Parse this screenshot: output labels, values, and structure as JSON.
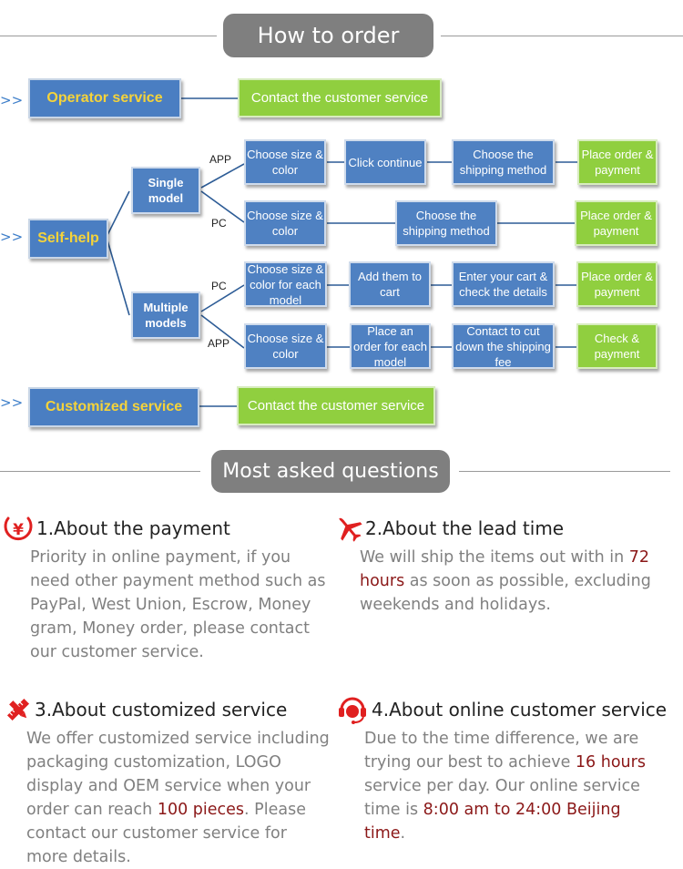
{
  "sections": {
    "how_to_order": "How to order",
    "most_asked": "Most asked questions"
  },
  "arrows": ">>",
  "flow": {
    "operator": {
      "label": "Operator service",
      "action": "Contact  the customer service"
    },
    "self_help": {
      "label": "Self-help",
      "single_model": "Single model",
      "multiple_models": "Multiple models",
      "labels": {
        "app": "APP",
        "pc": "PC"
      },
      "single_app": [
        "Choose size & color",
        "Click continue",
        "Choose the shipping method",
        "Place order & payment"
      ],
      "single_pc": [
        "Choose size & color",
        "Choose the shipping method",
        "Place order & payment"
      ],
      "multi_pc": [
        "Choose size & color for each model",
        "Add them to cart",
        "Enter your cart & check the details",
        "Place order & payment"
      ],
      "multi_app": [
        "Choose size & color",
        "Place an order for each model",
        "Contact to cut down the shipping fee",
        "Check & payment"
      ]
    },
    "customized": {
      "label": "Customized service",
      "action": "Contact  the customer service"
    }
  },
  "faq": {
    "q1": {
      "icon": "yen-coin-icon",
      "title": "1.About the payment",
      "body": "Priority in online payment, if you need other payment method such as PayPal, West Union, Escrow, Money gram, Money order, please contact our customer service."
    },
    "q2": {
      "icon": "airplane-icon",
      "title": "2.About the lead time",
      "body_pre": "We will ship the items out with in",
      "highlight": "72 hours",
      "body_post": "as soon as possible, excluding weekends and holidays."
    },
    "q3": {
      "icon": "pencil-ruler-icon",
      "title": "3.About customized service",
      "body_pre": "We offer customized service including packaging customization, LOGO display and OEM service when your order can reach",
      "highlight": "100 pieces",
      "body_post": ". Please contact our customer service for more details."
    },
    "q4": {
      "icon": "headset-icon",
      "title": "4.About online customer service",
      "body_pre": "Due to the time difference, we are trying our best to achieve",
      "highlight1": "16 hours",
      "body_mid": "service per day. Our online service time is",
      "highlight2": "8:00 am to 24:00 Beijing time",
      "body_post": "."
    }
  },
  "colors": {
    "section_pill": "#7f7f7f",
    "blue_box": "#4f81c2",
    "green_box": "#90cf3f",
    "yellow_text": "#f5d33a",
    "highlight": "#8b1818",
    "icon_red": "#e02020"
  }
}
